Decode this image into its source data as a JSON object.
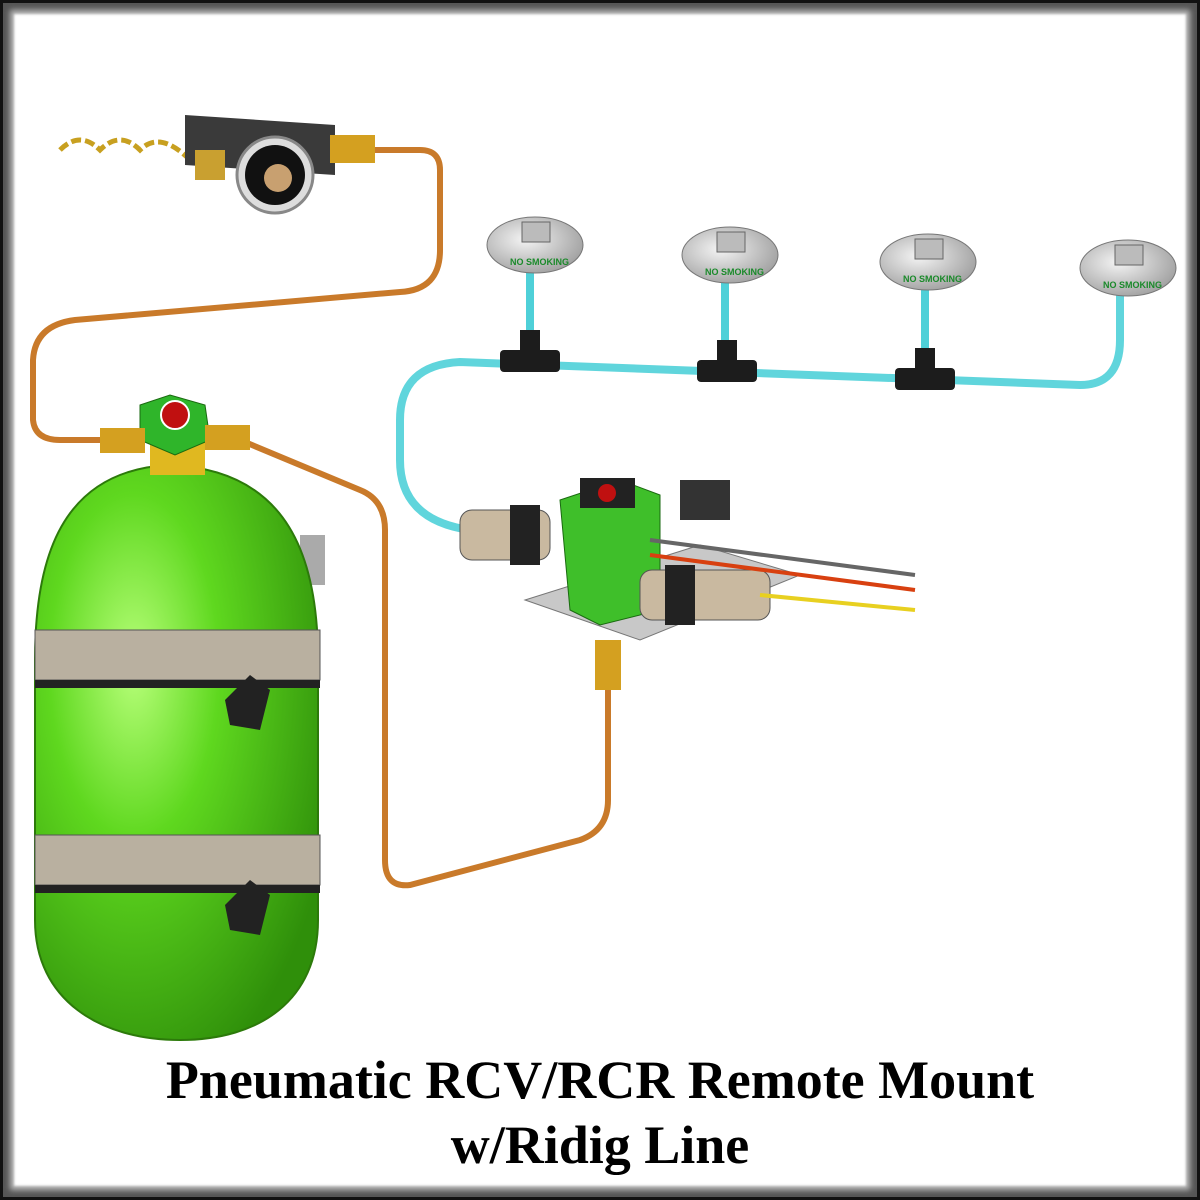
{
  "caption": {
    "line1": "Pneumatic RCV/RCR Remote Mount",
    "line2": "w/Ridig Line"
  },
  "outlets": [
    {
      "label": "NO SMOKING"
    },
    {
      "label": "NO SMOKING"
    },
    {
      "label": "NO SMOKING"
    },
    {
      "label": "NO SMOKING"
    }
  ],
  "colors": {
    "tank": "#5fd81f",
    "copper_line": "#d98a3a",
    "supply_tube": "#4fd0d8",
    "valve_block": "#3fbf2a",
    "frame": "#222222"
  }
}
